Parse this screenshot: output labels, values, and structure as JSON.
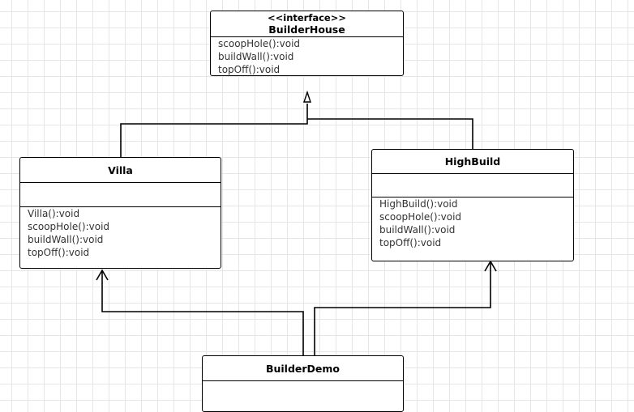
{
  "diagram": {
    "type": "uml-class",
    "classes": {
      "builderhouse": {
        "stereotype": "<<interface>>",
        "name": "BuilderHouse",
        "operations": [
          "scoopHole():void",
          "buildWall():void",
          "topOff():void"
        ]
      },
      "villa": {
        "name": "Villa",
        "operations": [
          "Villa():void",
          "scoopHole():void",
          "buildWall():void",
          "topOff():void"
        ]
      },
      "highbuild": {
        "name": "HighBuild",
        "operations": [
          "HighBuild():void",
          "scoopHole():void",
          "buildWall():void",
          "topOff():void"
        ]
      },
      "builderdemo": {
        "name": "BuilderDemo",
        "operations": []
      }
    },
    "relations": [
      {
        "from": "Villa",
        "to": "BuilderHouse",
        "kind": "realization"
      },
      {
        "from": "HighBuild",
        "to": "BuilderHouse",
        "kind": "realization"
      },
      {
        "from": "BuilderDemo",
        "to": "Villa",
        "kind": "dependency"
      },
      {
        "from": "BuilderDemo",
        "to": "HighBuild",
        "kind": "dependency"
      }
    ]
  }
}
